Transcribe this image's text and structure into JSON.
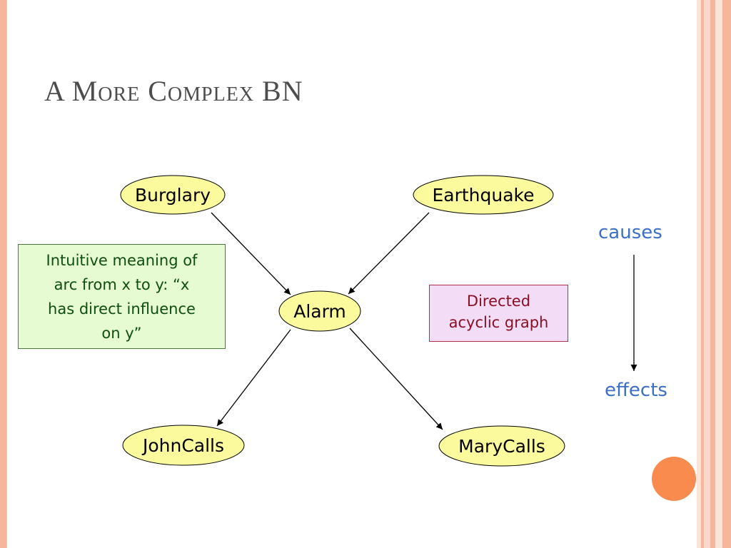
{
  "slide": {
    "title": "A More Complex BN"
  },
  "nodes": {
    "burglary": "Burglary",
    "earthquake": "Earthquake",
    "alarm": "Alarm",
    "johncalls": "JohnCalls",
    "marycalls": "MaryCalls"
  },
  "notes": {
    "intuitive_lines": [
      "Intuitive meaning of",
      "arc from x to y: “x",
      "has direct influence",
      "on y”"
    ],
    "dag_lines": [
      "Directed",
      "acyclic graph"
    ]
  },
  "legend": {
    "causes": "causes",
    "effects": "effects"
  },
  "colors": {
    "node_fill": "#fbfb9e",
    "frame_accent": "#f7b59e",
    "dot": "#f98b4e",
    "legend_text": "#3b6fc9"
  }
}
